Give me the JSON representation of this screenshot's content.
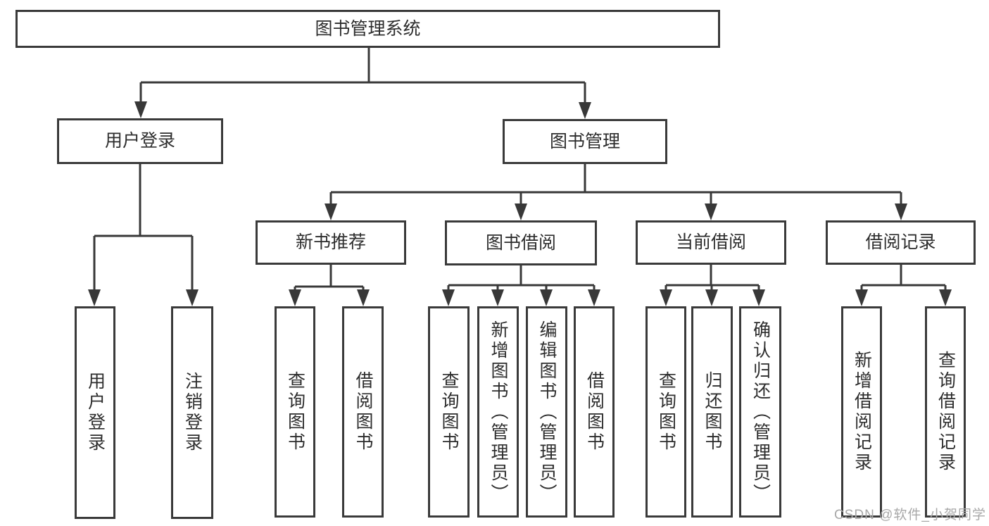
{
  "tree": {
    "root": {
      "label": "图书管理系统"
    },
    "branches": [
      {
        "label": "用户登录",
        "children": [
          {
            "label": "用户登录"
          },
          {
            "label": "注销登录"
          }
        ]
      },
      {
        "label": "图书管理",
        "children": [
          {
            "label": "新书推荐",
            "children": [
              {
                "label": "查询图书"
              },
              {
                "label": "借阅图书"
              }
            ]
          },
          {
            "label": "图书借阅",
            "children": [
              {
                "label": "查询图书"
              },
              {
                "label": "新增图书（管理员）"
              },
              {
                "label": "编辑图书（管理员）"
              },
              {
                "label": "借阅图书"
              }
            ]
          },
          {
            "label": "当前借阅",
            "children": [
              {
                "label": "查询图书"
              },
              {
                "label": "归还图书"
              },
              {
                "label": "确认归还（管理员）"
              }
            ]
          },
          {
            "label": "借阅记录",
            "children": [
              {
                "label": "新增借阅记录"
              },
              {
                "label": "查询借阅记录"
              }
            ]
          }
        ]
      }
    ]
  },
  "watermark": "CSDN @软件_小贺同学",
  "colors": {
    "line": "#383838",
    "text": "#2d2d2d",
    "watermark_gray": "#a8a8a8",
    "background": "#ffffff"
  }
}
